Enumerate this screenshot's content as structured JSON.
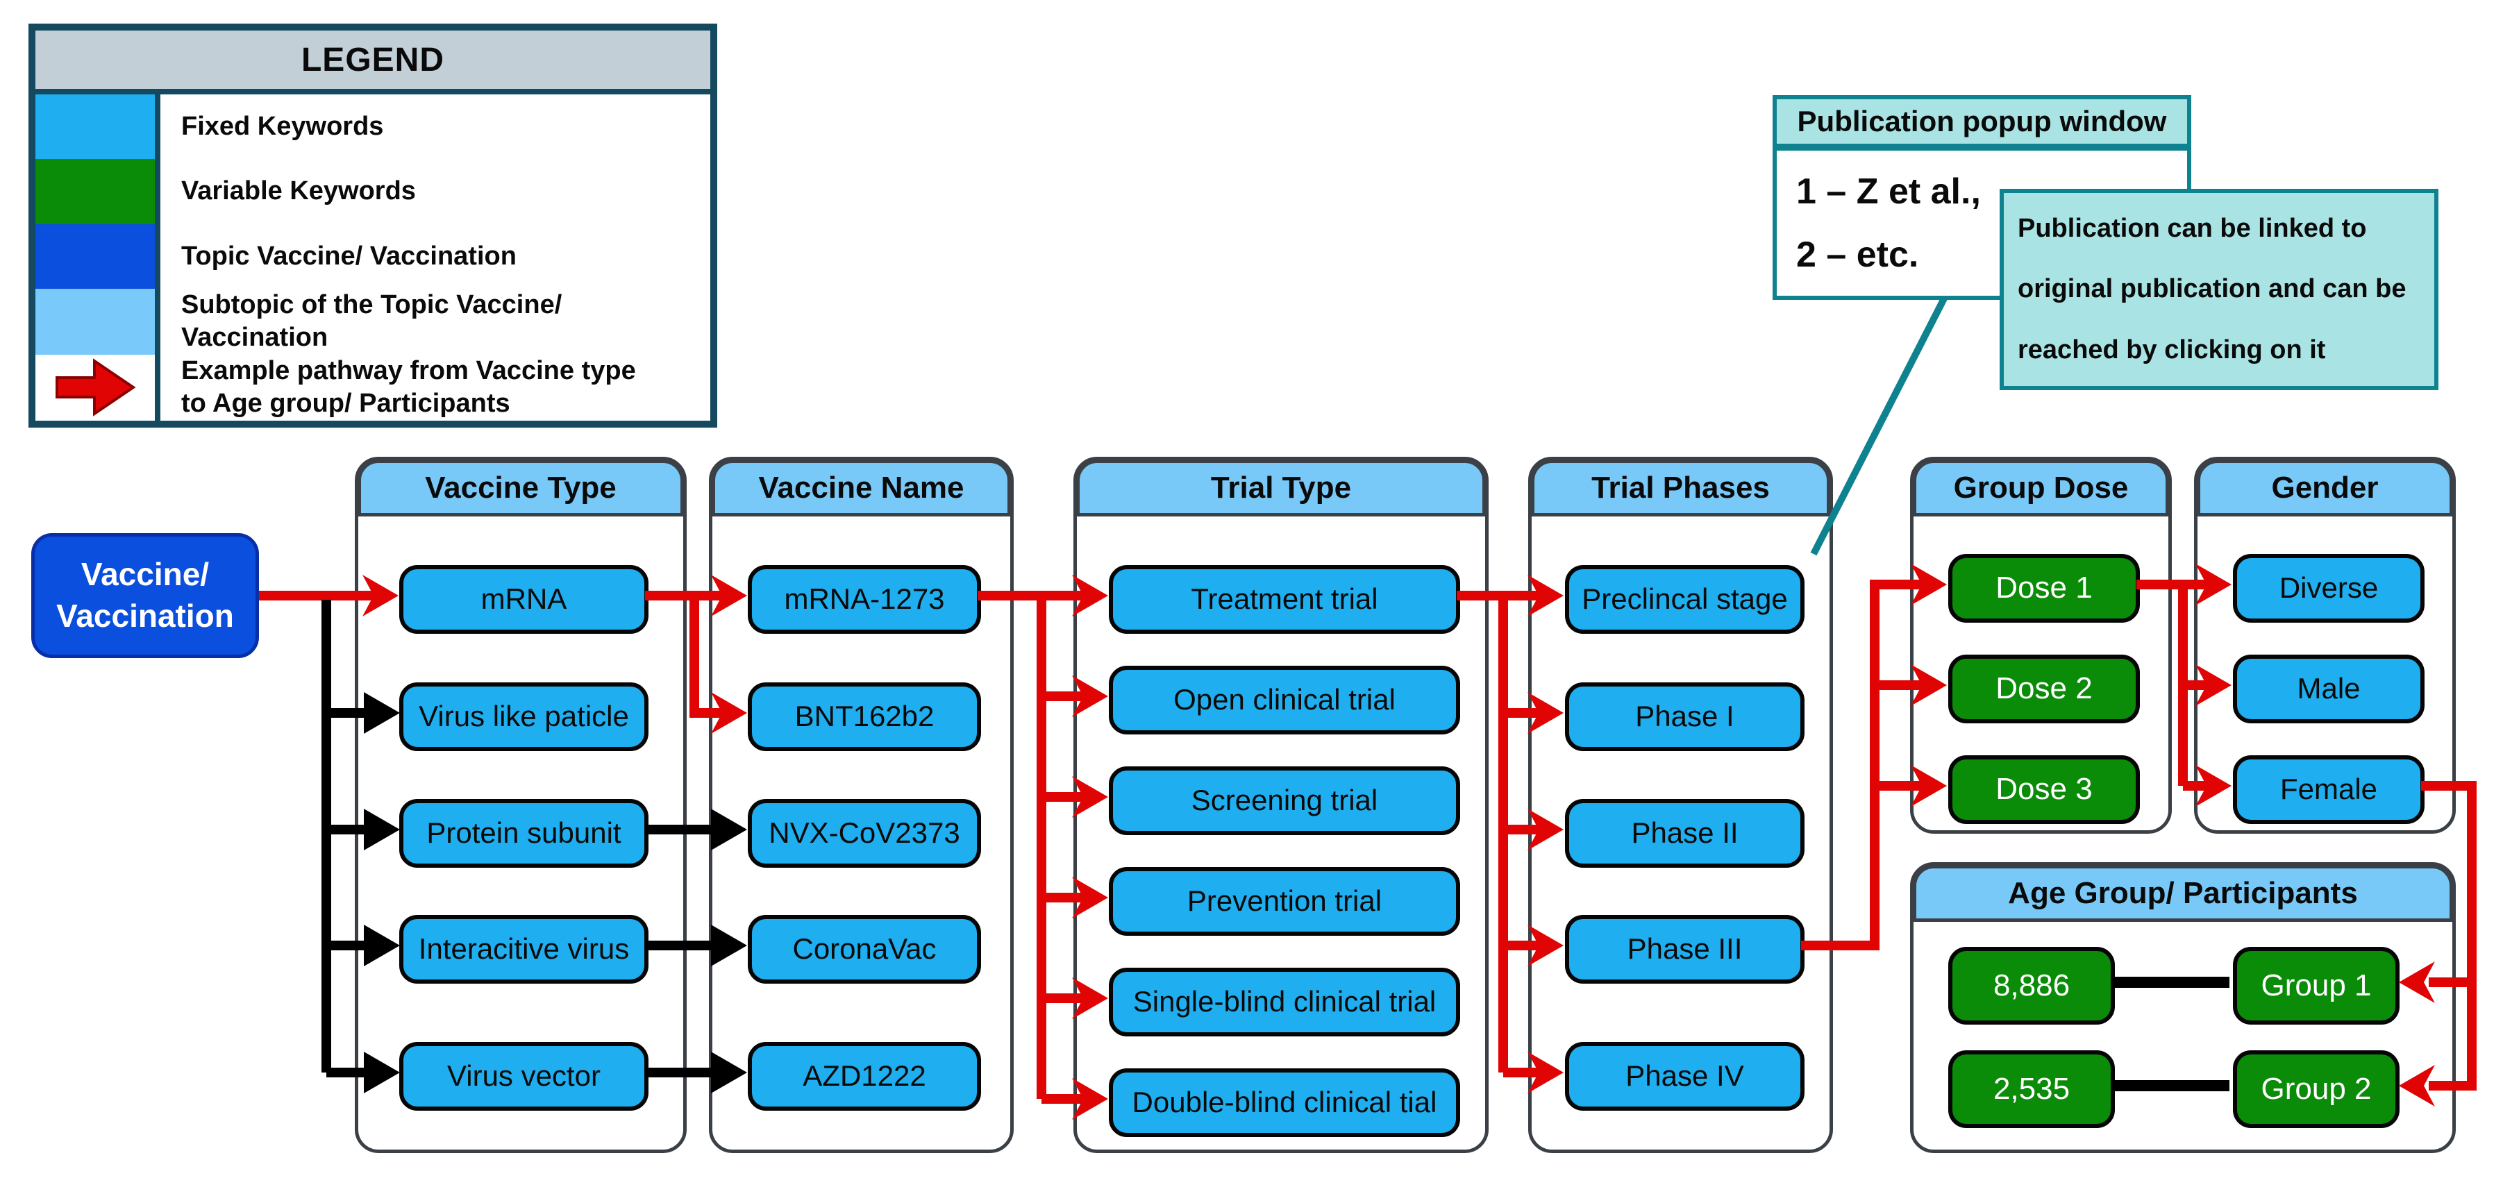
{
  "legend": {
    "title": "LEGEND",
    "items": [
      {
        "swatch": "fixed_keyword",
        "label": "Fixed Keywords"
      },
      {
        "swatch": "variable_keyword",
        "label": "Variable Keywords"
      },
      {
        "swatch": "topic",
        "label": "Topic Vaccine/ Vaccination"
      },
      {
        "swatch": "subtopic",
        "label": "Subtopic of the Topic Vaccine/ Vaccination"
      },
      {
        "swatch": "red-arrow-icon",
        "label": "Example pathway from Vaccine type\nto Age group/ Participants"
      }
    ]
  },
  "root": {
    "line1": "Vaccine/",
    "line2": "Vaccination"
  },
  "columns": {
    "vaccine_type": {
      "title": "Vaccine Type",
      "items": [
        "mRNA",
        "Virus like paticle",
        "Protein subunit",
        "Interacitive virus",
        "Virus vector"
      ]
    },
    "vaccine_name": {
      "title": "Vaccine Name",
      "items": [
        "mRNA-1273",
        "BNT162b2",
        "NVX-CoV2373",
        "CoronaVac",
        "AZD1222"
      ]
    },
    "trial_type": {
      "title": "Trial Type",
      "items": [
        "Treatment trial",
        "Open clinical trial",
        "Screening trial",
        "Prevention trial",
        "Single-blind clinical trial",
        "Double-blind clinical tial"
      ]
    },
    "trial_phases": {
      "title": "Trial Phases",
      "items": [
        "Preclincal stage",
        "Phase I",
        "Phase II",
        "Phase III",
        "Phase IV"
      ]
    },
    "group_dose": {
      "title": "Group Dose",
      "items": [
        "Dose 1",
        "Dose 2",
        "Dose 3"
      ]
    },
    "gender": {
      "title": "Gender",
      "items": [
        "Diverse",
        "Male",
        "Female"
      ]
    }
  },
  "age_group": {
    "title": "Age Group/ Participants",
    "rows": [
      {
        "participants": "8,886",
        "group": "Group 1"
      },
      {
        "participants": "2,535",
        "group": "Group 2"
      }
    ]
  },
  "popup": {
    "title": "Publication popup window",
    "entries": [
      "1 – Z et al.,",
      "2 – etc."
    ],
    "note_lines": [
      "Publication can be linked to",
      "original publication and can be",
      "reached by clicking on it"
    ]
  },
  "colors": {
    "fixed_keyword": "#1FAEEF",
    "variable_keyword": "#0A8C08",
    "topic": "#0B4FDE",
    "subtopic": "#79C9FA",
    "panel_header": "#79C9F8",
    "red": "#E00404",
    "black": "#000000",
    "teal": "#0E828E",
    "popup_fill": "#A9E3E4",
    "legend_border": "#14495F",
    "legend_header_fill": "#C2CFD6",
    "panel_border": "#3A4046",
    "root_border": "#082FA8"
  }
}
